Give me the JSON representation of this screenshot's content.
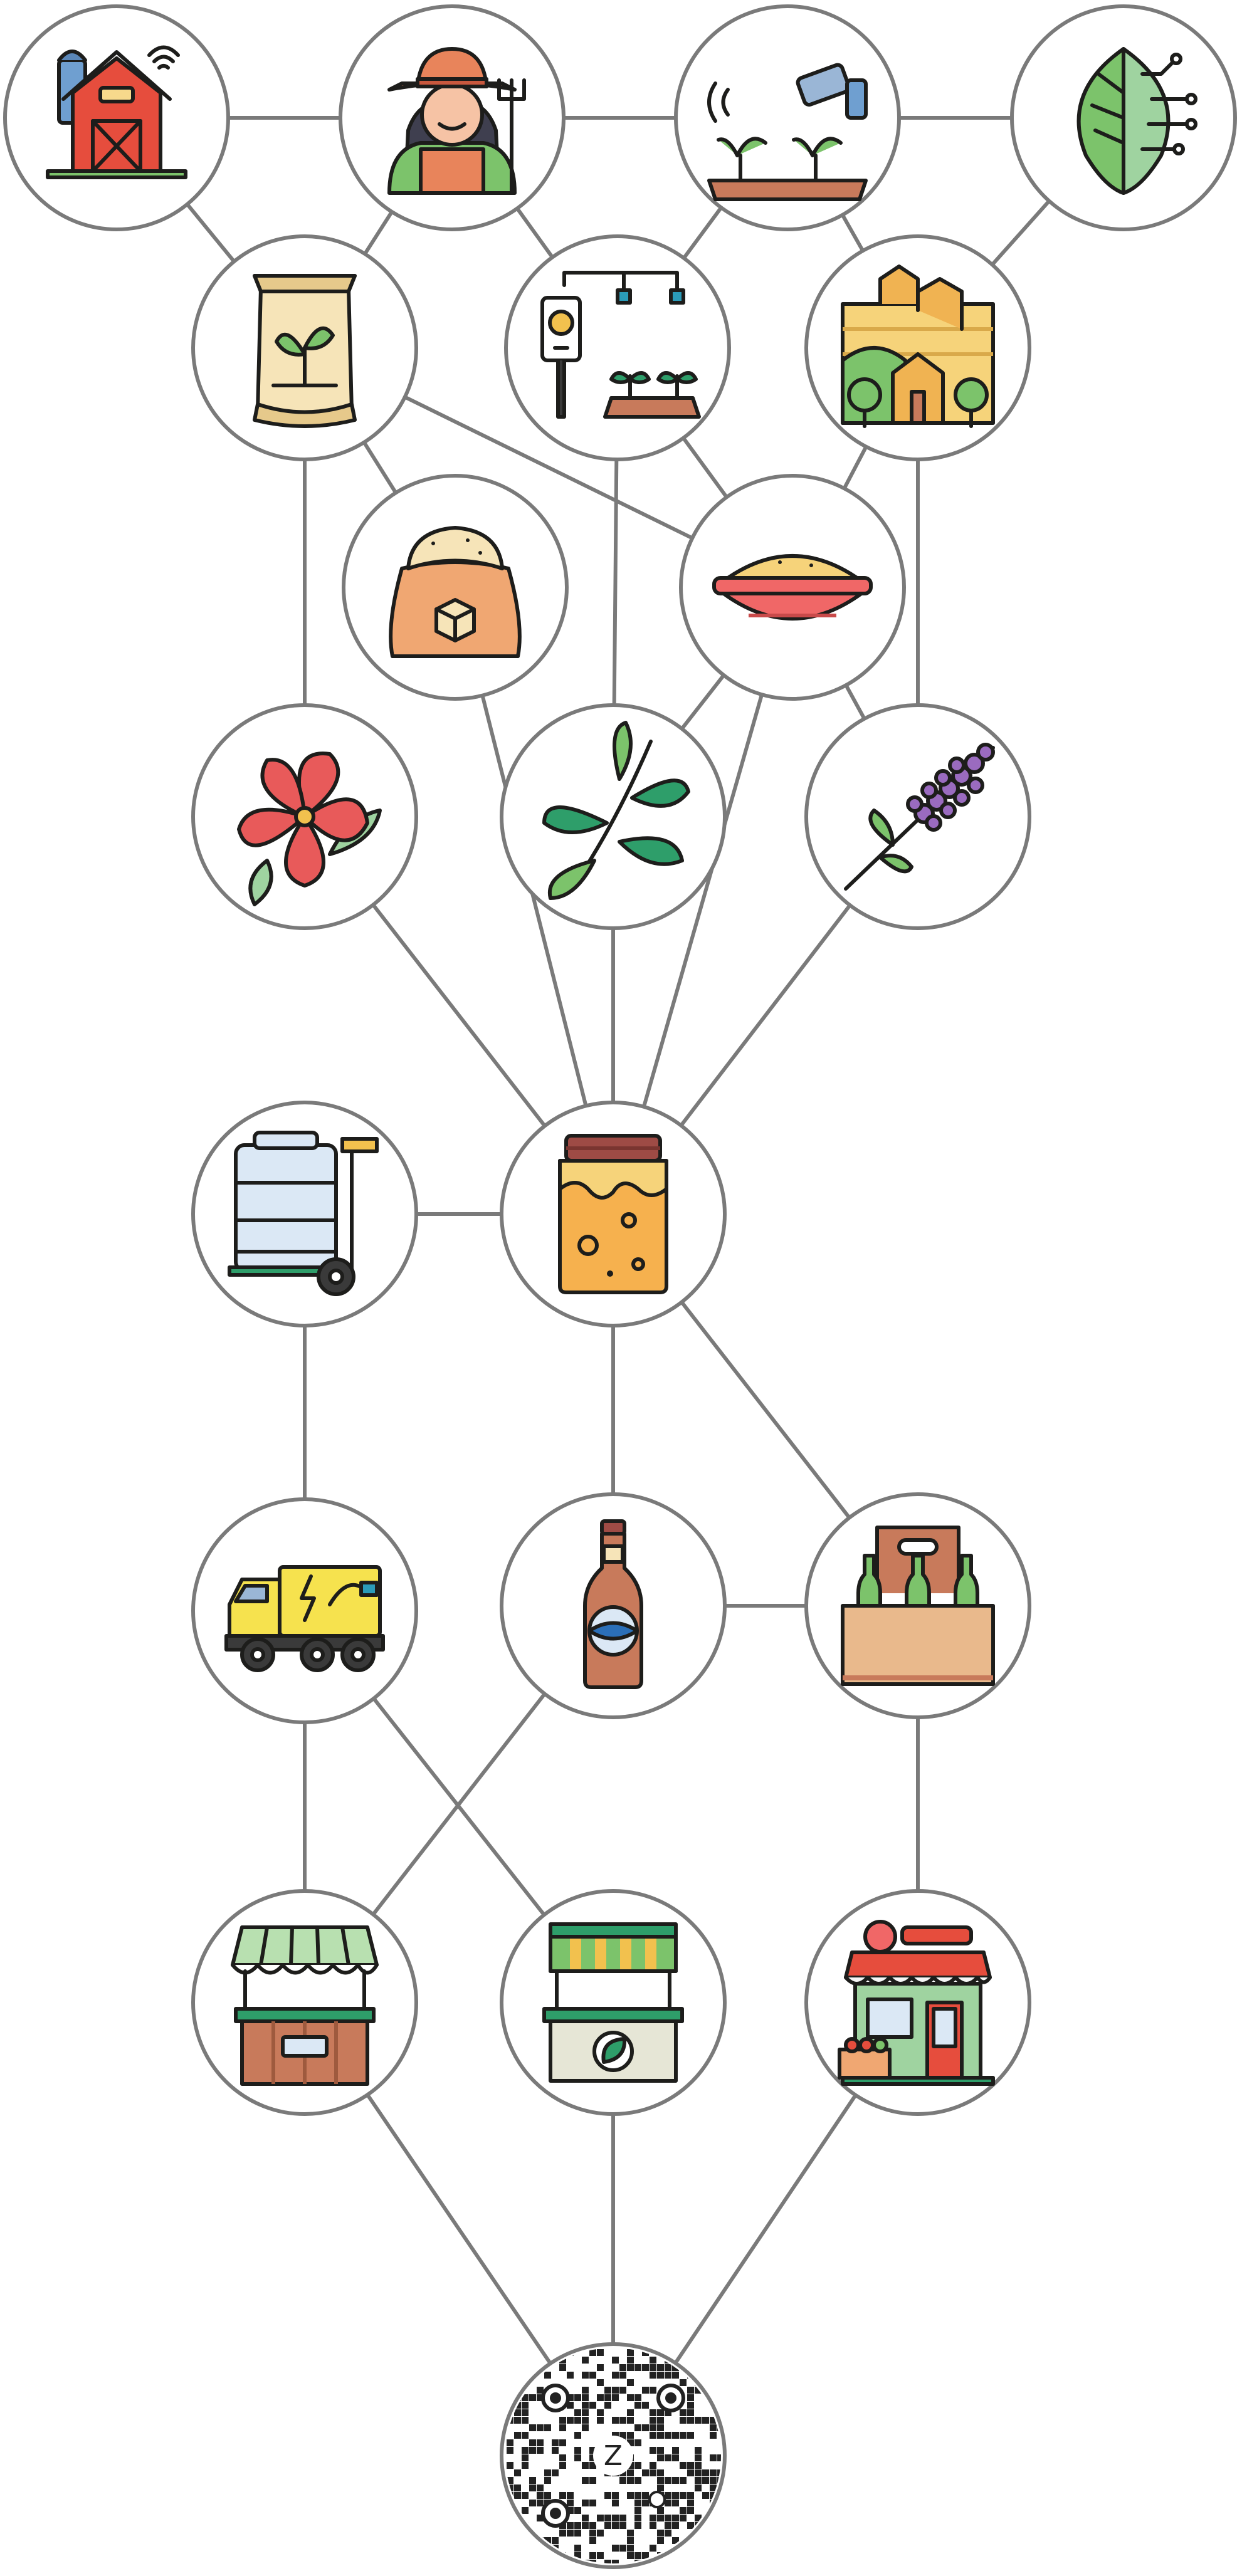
{
  "diagram": {
    "nodes": [
      {
        "id": "smart-farm",
        "icon": "smart-barn-icon"
      },
      {
        "id": "farmer",
        "icon": "farmer-woman-icon"
      },
      {
        "id": "sensor-camera",
        "icon": "iot-camera-seedlings-icon"
      },
      {
        "id": "digital-leaf",
        "icon": "circuit-leaf-icon"
      },
      {
        "id": "seed-bag",
        "icon": "seed-bag-icon"
      },
      {
        "id": "irrigation",
        "icon": "smart-irrigation-icon"
      },
      {
        "id": "village",
        "icon": "farm-village-icon"
      },
      {
        "id": "grain-sack",
        "icon": "grain-sack-icon"
      },
      {
        "id": "grain-bowl",
        "icon": "grain-bowl-icon"
      },
      {
        "id": "hibiscus",
        "icon": "hibiscus-flower-icon"
      },
      {
        "id": "herb",
        "icon": "herb-sprig-icon"
      },
      {
        "id": "lavender",
        "icon": "lavender-sprig-icon"
      },
      {
        "id": "keg-trolley",
        "icon": "keg-hand-truck-icon"
      },
      {
        "id": "brew-jar",
        "icon": "fermentation-jar-icon"
      },
      {
        "id": "electric-truck",
        "icon": "electric-truck-icon"
      },
      {
        "id": "beer-bottle",
        "icon": "beer-bottle-icon"
      },
      {
        "id": "bottle-crate",
        "icon": "bottle-crate-icon"
      },
      {
        "id": "market-stall",
        "icon": "market-stall-icon"
      },
      {
        "id": "green-shop",
        "icon": "eco-shop-icon"
      },
      {
        "id": "grocery-store",
        "icon": "grocery-store-icon"
      },
      {
        "id": "qr-code",
        "icon": "qr-code-icon"
      }
    ],
    "qr_label": "Z"
  }
}
